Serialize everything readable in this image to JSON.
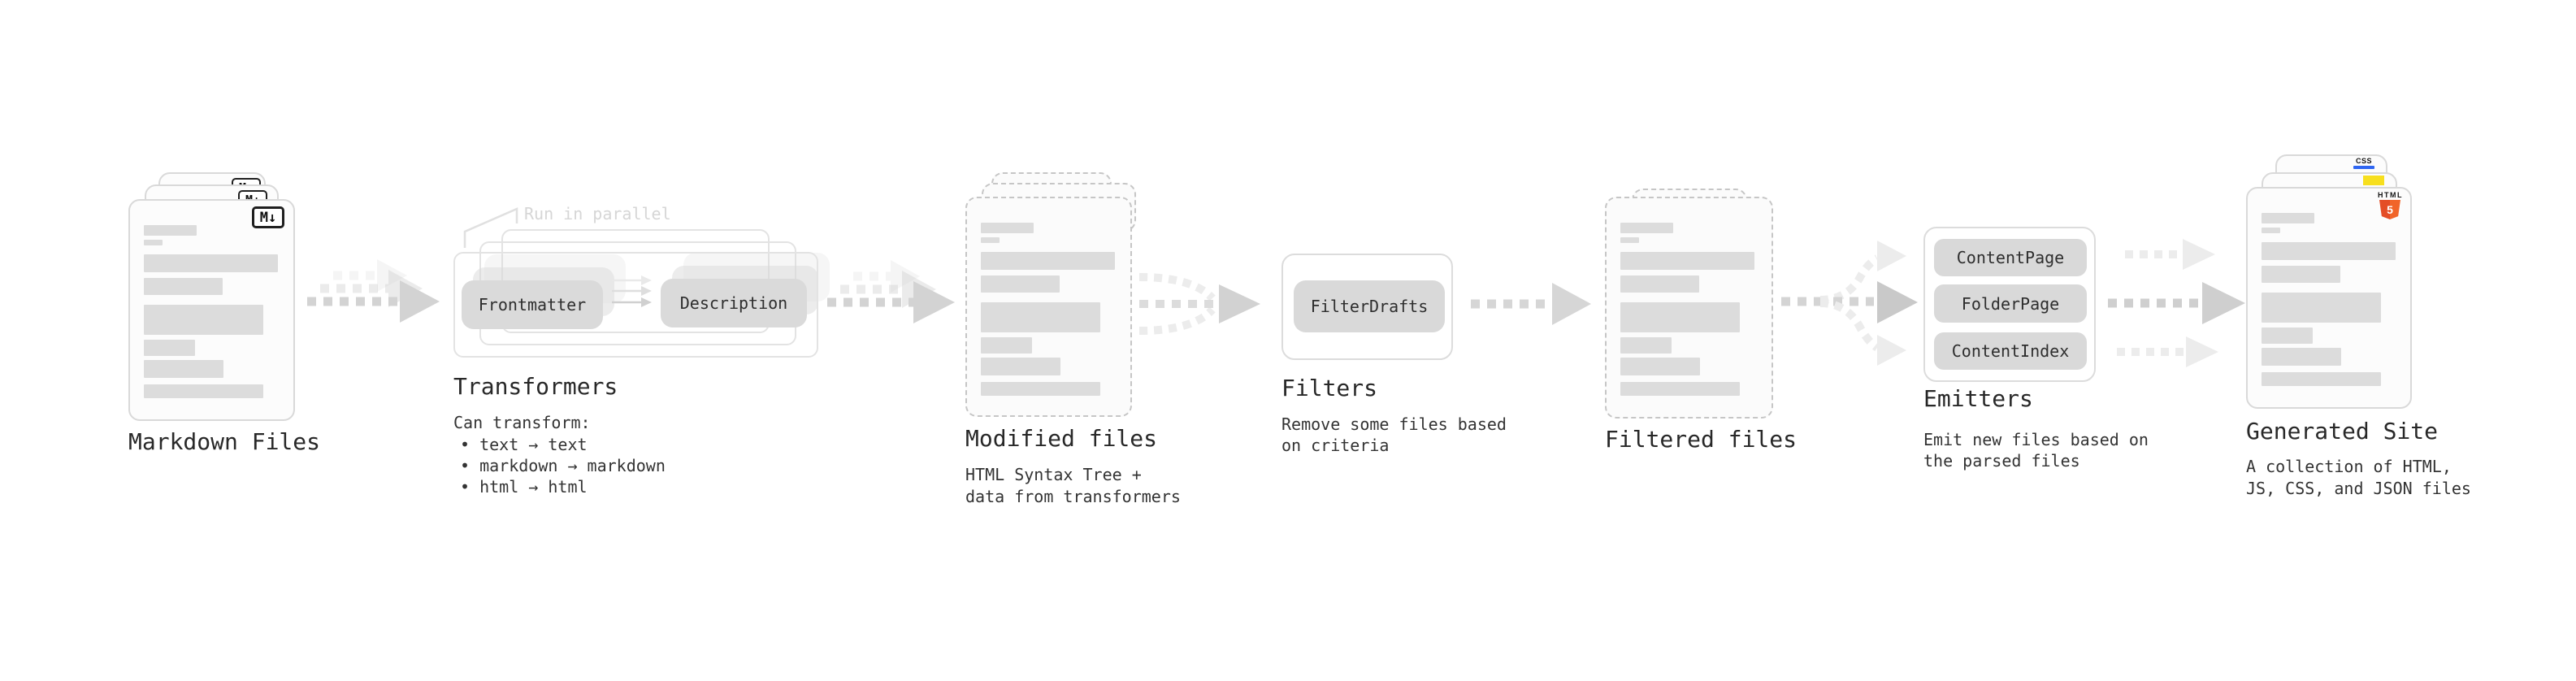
{
  "pipeline": {
    "markdown": {
      "label": "Markdown Files",
      "badge": "M↓"
    },
    "transformers": {
      "annotation": "Run in parallel",
      "pill_left": "Frontmatter",
      "pill_right": "Description",
      "title": "Transformers",
      "heading": "Can transform:",
      "bullets": [
        "• text → text",
        "• markdown → markdown",
        "• html → html"
      ]
    },
    "modified": {
      "label": "Modified files",
      "desc": [
        "HTML Syntax Tree +",
        "data from transformers"
      ]
    },
    "filters": {
      "label": "Filters",
      "pill": "FilterDrafts",
      "desc": [
        "Remove some files based",
        "on criteria"
      ]
    },
    "filtered": {
      "label": "Filtered files"
    },
    "emitters": {
      "label": "Emitters",
      "pills": [
        "ContentPage",
        "FolderPage",
        "ContentIndex"
      ],
      "desc": [
        "Emit new files based on",
        "the parsed files"
      ]
    },
    "generated": {
      "label": "Generated Site",
      "desc": [
        "A collection of HTML,",
        "JS, CSS, and JSON files"
      ],
      "badges": {
        "css_label": "CSS",
        "html_label": "HTML",
        "html_number": "5"
      }
    }
  },
  "colors": {
    "css_blue": "#2f66f2",
    "js_yellow": "#f7df1e",
    "html5_orange": "#e44d26",
    "html5_orange_light": "#f16529",
    "arrow_gray": "#d3d3d3",
    "text_dark": "#2b2b2b"
  }
}
